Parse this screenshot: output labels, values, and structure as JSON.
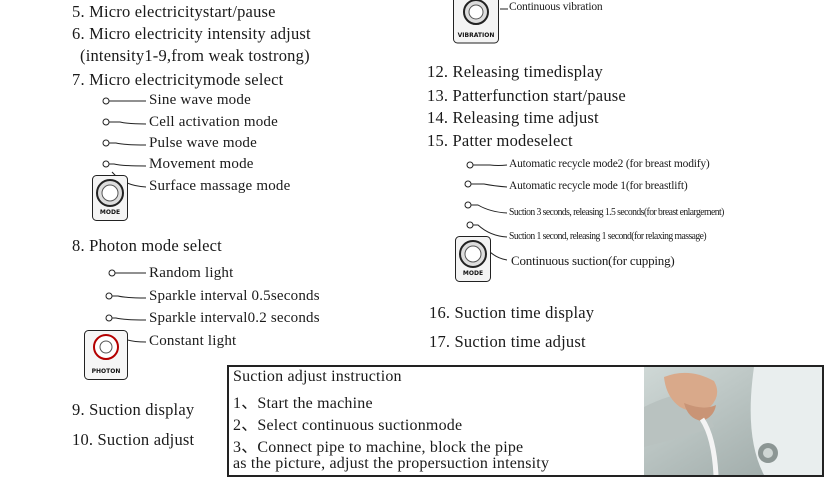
{
  "left_items": {
    "item5": "5. Micro electricitystart/pause",
    "item6": "6. Micro electricity intensity adjust",
    "item6_note": "(intensity1-9,from weak tostrong)",
    "item7": "7. Micro electricitymode select",
    "item7_options": [
      "Sine wave mode",
      "Cell activation mode",
      "Pulse wave mode",
      "Movement mode",
      "Surface massage mode"
    ],
    "mode_knob_label": "MODE",
    "item8": "8. Photon mode select",
    "item8_options": [
      "Random light",
      "Sparkle interval 0.5seconds",
      "Sparkle interval0.2 seconds",
      "Constant light"
    ],
    "photon_knob_label": "PHOTON",
    "item9": "9. Suction display",
    "item10": "10. Suction adjust"
  },
  "right_items": {
    "vibration_label": "Continuous vibration",
    "vibration_knob_label": "VIBRATION",
    "item12": "12. Releasing timedisplay",
    "item13": "13. Patterfunction start/pause",
    "item14": "14. Releasing time adjust",
    "item15": "15. Patter modeselect",
    "item15_options": [
      "Automatic recycle mode2 (for breast modify)",
      "Automatic recycle mode 1(for breastlift)",
      "Suction 3 seconds, releasing 1.5 seconds(for breast enlargement)",
      "Suction 1 second, releasing 1 second(for relaxing massage)",
      "Continuous suction(for cupping)"
    ],
    "mode_knob_label": "MODE",
    "item16": "16. Suction time display",
    "item17": "17. Suction time adjust"
  },
  "instruction": {
    "title": "Suction adjust instruction",
    "steps": [
      "1、Start the machine",
      "2、Select continuous suctionmode",
      "3、Connect pipe to machine, block the pipe",
      "as the picture, adjust the propersuction intensity"
    ]
  }
}
